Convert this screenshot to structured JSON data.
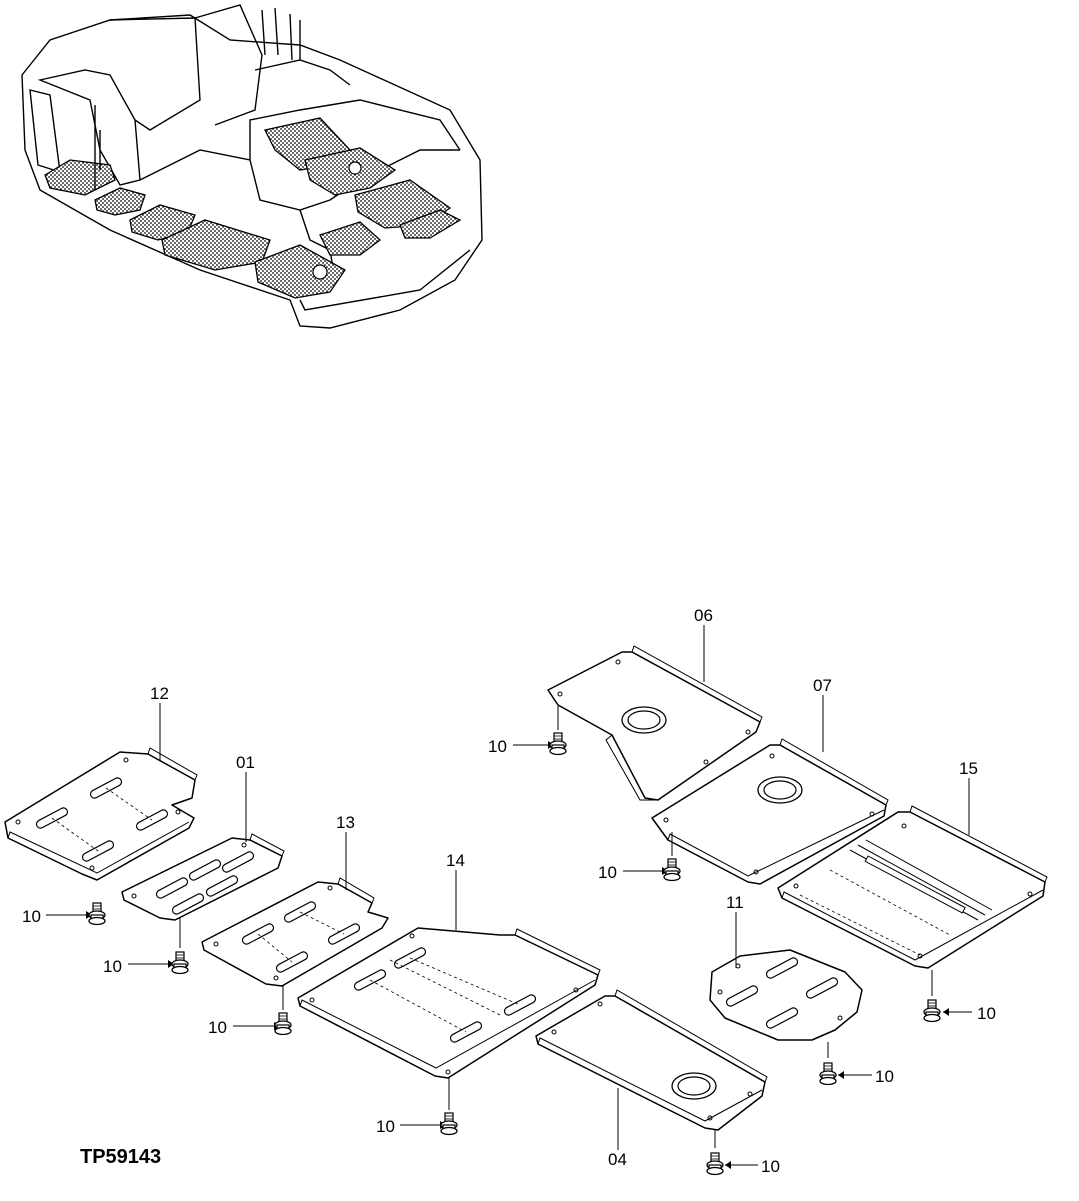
{
  "figure_code": "TP59143",
  "callouts": {
    "c01": "01",
    "c04": "04",
    "c06": "06",
    "c07": "07",
    "c11": "11",
    "c12": "12",
    "c13": "13",
    "c14": "14",
    "c15": "15",
    "bolt": "10"
  }
}
